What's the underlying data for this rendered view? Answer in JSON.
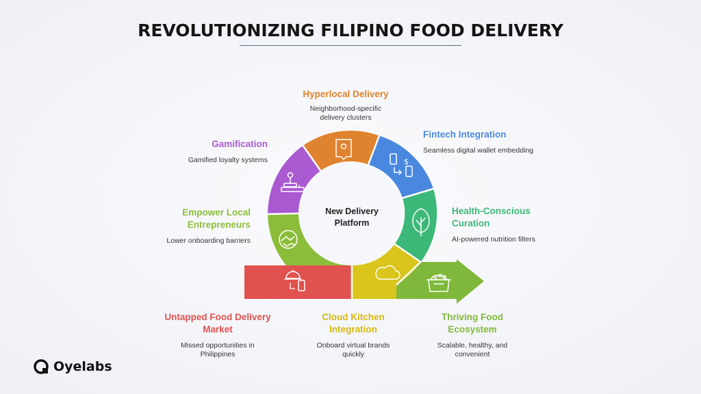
{
  "title": "REVOLUTIONIZING FILIPINO FOOD DELIVERY",
  "center_label": {
    "line1": "New Delivery",
    "line2": "Platform"
  },
  "segments": [
    {
      "id": "hyperlocal",
      "title": "Hyperlocal Delivery",
      "desc": "Neighborhood-specific delivery clusters",
      "color": "#e0832f",
      "icon": "map-pin-icon"
    },
    {
      "id": "fintech",
      "title": "Fintech Integration",
      "desc": "Seamless digital wallet embedding",
      "color": "#4a88e0",
      "icon": "phone-payment-icon"
    },
    {
      "id": "health",
      "title": "Health-Conscious Curation",
      "desc": "AI-powered nutrition filters",
      "color": "#3cb878",
      "icon": "leaf-icon"
    },
    {
      "id": "gamification",
      "title": "Gamification",
      "desc": "Gamified loyalty systems",
      "color": "#a95ad0",
      "icon": "joystick-icon"
    },
    {
      "id": "empower",
      "title": "Empower Local Entrepreneurs",
      "desc": "Lower onboarding barriers",
      "color": "#8cbd3a",
      "icon": "handshake-icon"
    },
    {
      "id": "untapped",
      "title": "Untapped Food Delivery Market",
      "desc": "Missed opportunities in Philippines",
      "color": "#e0524f",
      "icon": "cloche-phone-icon"
    },
    {
      "id": "cloud",
      "title": "Cloud Kitchen Integration",
      "desc": "Onboard virtual brands quickly",
      "color": "#d9c51b",
      "icon": "cloud-icon"
    },
    {
      "id": "thriving",
      "title": "Thriving Food Ecosystem",
      "desc": "Scalable, healthy, and convenient",
      "color": "#7fb83a",
      "icon": "food-basket-icon"
    }
  ],
  "brand": {
    "name": "Oyelabs"
  }
}
